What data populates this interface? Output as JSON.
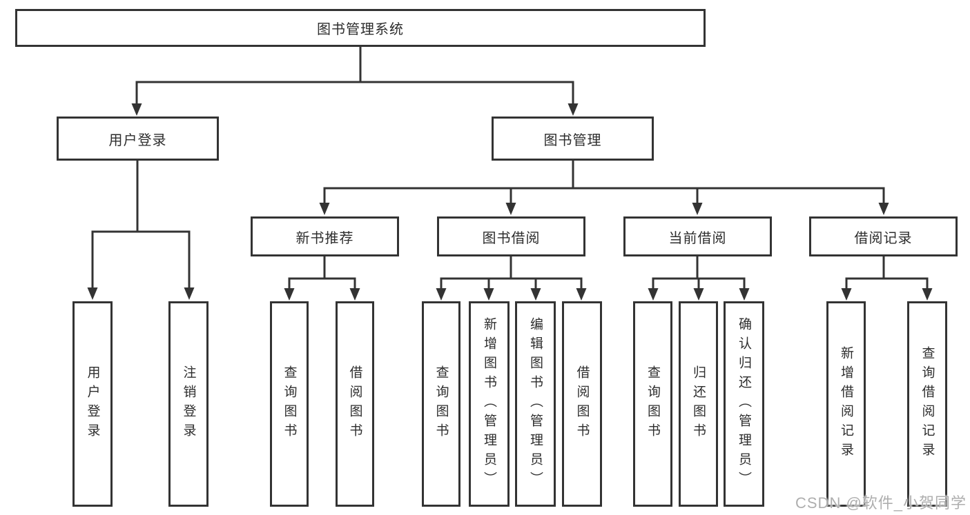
{
  "watermark": "CSDN @软件_小贺同学",
  "colors": {
    "line": "#333333",
    "box_border": "#333333",
    "text": "#2d2d2d",
    "watermark": "#aeaeae",
    "background": "#ffffff"
  },
  "tree": {
    "root": "图书管理系统",
    "children": [
      {
        "label": "用户登录",
        "children": [
          "用户登录",
          "注销登录"
        ]
      },
      {
        "label": "图书管理",
        "children": [
          {
            "label": "新书推荐",
            "children": [
              "查询图书",
              "借阅图书"
            ]
          },
          {
            "label": "图书借阅",
            "children": [
              "查询图书",
              "新增图书（管理员）",
              "编辑图书（管理员）",
              "借阅图书"
            ]
          },
          {
            "label": "当前借阅",
            "children": [
              "查询图书",
              "归还图书",
              "确认归还（管理员）"
            ]
          },
          {
            "label": "借阅记录",
            "children": [
              "新增借阅记录",
              "查询借阅记录"
            ]
          }
        ]
      }
    ]
  }
}
